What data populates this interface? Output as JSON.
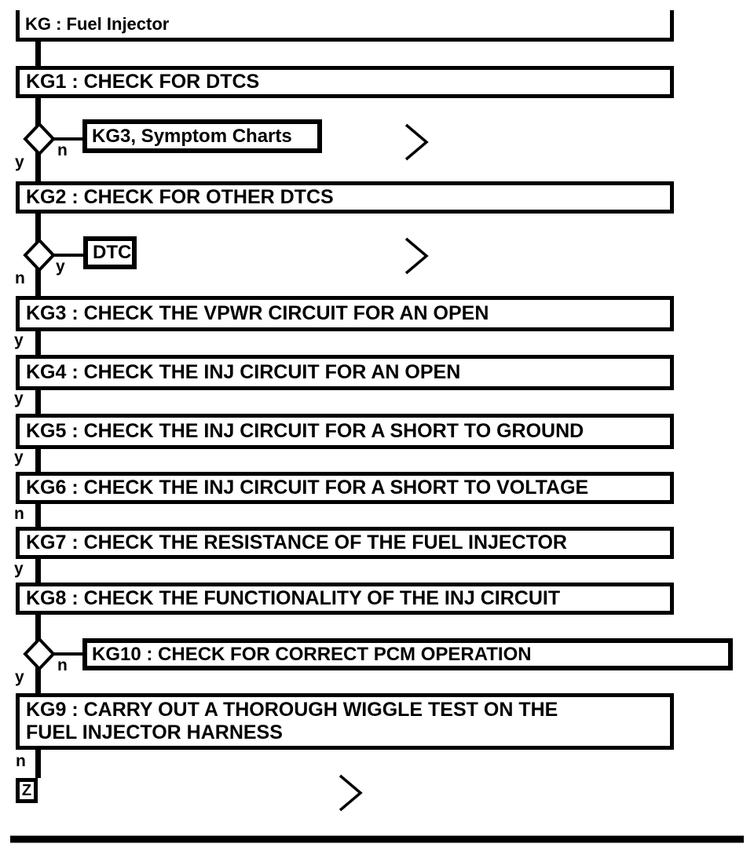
{
  "colors": {
    "ink": "#000000",
    "paper": "#ffffff"
  },
  "flowchart": {
    "title": "KG : Fuel Injector",
    "steps": [
      {
        "id": "KG1",
        "label": "KG1 : CHECK FOR DTCS"
      },
      {
        "id": "KG2",
        "label": "KG2 : CHECK FOR OTHER DTCS"
      },
      {
        "id": "KG3",
        "label": "KG3 : CHECK THE VPWR CIRCUIT FOR AN OPEN",
        "branch": "y"
      },
      {
        "id": "KG4",
        "label": "KG4 : CHECK THE INJ CIRCUIT FOR AN OPEN",
        "branch": "y"
      },
      {
        "id": "KG5",
        "label": "KG5 : CHECK THE INJ CIRCUIT FOR A SHORT TO GROUND",
        "branch": "y"
      },
      {
        "id": "KG6",
        "label": "KG6 : CHECK THE INJ CIRCUIT FOR A SHORT TO VOLTAGE",
        "branch": "n"
      },
      {
        "id": "KG7",
        "label": "KG7 : CHECK THE RESISTANCE OF THE FUEL INJECTOR",
        "branch": "y"
      },
      {
        "id": "KG8",
        "label": "KG8 : CHECK THE FUNCTIONALITY OF THE INJ CIRCUIT"
      },
      {
        "id": "KG9",
        "label": "KG9 : CARRY OUT A THOROUGH WIGGLE TEST ON THE",
        "label2": "FUEL INJECTOR HARNESS",
        "branch": "n"
      }
    ],
    "decisions": [
      {
        "right_label": "n",
        "down_label": "y",
        "callout": "KG3, Symptom Charts"
      },
      {
        "right_label": "y",
        "down_label": "n",
        "callout": "DTC"
      },
      {
        "right_label": "n",
        "down_label": "y",
        "callout": "KG10 : CHECK FOR CORRECT PCM OPERATION"
      }
    ],
    "offpage_connector": "Z"
  }
}
